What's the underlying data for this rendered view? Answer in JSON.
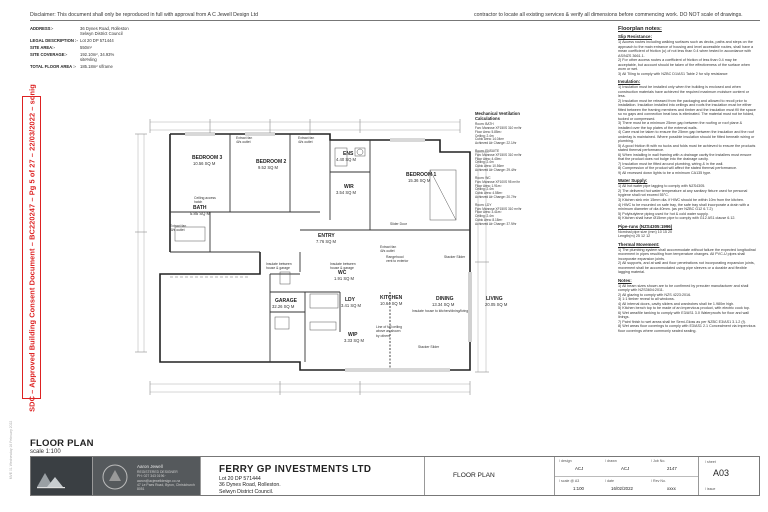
{
  "header": {
    "disclaimer": "Disclaimer: This document shall only be reproduced in full with approval from A C Jewell Design Ltd",
    "contractor_note": "contractor to locate all existing services & verify all dimensions before commencing work. DO NOT scale of drawings."
  },
  "site_info": [
    {
      "key": "ADDRESS:-",
      "value": "36 Dynes Road, Rolleston\nSelwyn District Council"
    },
    {
      "key": "LEGAL DESCRIPTION :-",
      "value": "Lot 20 DP 571444"
    },
    {
      "key": "SITE AREA:-",
      "value": "550m²"
    },
    {
      "key": "SITE COVERAGE:-",
      "value": "192.10m², 34.93%\nsite%ling"
    },
    {
      "key": "TOTAL FLOOR AREA :-",
      "value": "185.18m²        s/frame"
    }
  ],
  "stamp": {
    "text": "SDC – Approved Building Consent Document – BC220247 – Pg 5 of 27 – 22/03/2022 – sonig"
  },
  "side_print": "MVE 01 Wednesday 16 February 2022",
  "rooms": [
    {
      "name": "BEDROOM 3",
      "area": "10.56 SQ M"
    },
    {
      "name": "BEDROOM 2",
      "area": "9.52 SQ M"
    },
    {
      "name": "ENS",
      "area": "4.40 SQ M"
    },
    {
      "name": "WIR",
      "area": "3.54 SQ M"
    },
    {
      "name": "BEDROOM 1",
      "area": "15.36 SQ M"
    },
    {
      "name": "BATH",
      "area": "5.85 SQ M"
    },
    {
      "name": "ENTRY",
      "area": "7.76 SQ M"
    },
    {
      "name": "WC",
      "area": "1.91 SQ M"
    },
    {
      "name": "LDY",
      "area": "3.41 SQ M"
    },
    {
      "name": "KITCHEN",
      "area": "10.64 SQ M"
    },
    {
      "name": "DINING",
      "area": "13.34 SQ M"
    },
    {
      "name": "LIVING",
      "area": "20.05 SQ M"
    },
    {
      "name": "GARAGE",
      "area": "32.26 SQ M"
    },
    {
      "name": "WIP",
      "area": "3.33 SQ M"
    }
  ],
  "plan_notes": {
    "extract_fan_1": "Extract fan\n4l/s outlet",
    "extract_fan_2": "Extract fan\n4l/s outlet",
    "extract_fan_3": "Extract fan\n4l/s outlet",
    "extract_fan_4": "Extract fan\n4l/s outlet",
    "rangehood": "Rangehood\nvent to exterior",
    "stacker_slider_1": "Stacker Slider",
    "stacker_slider_2": "Stacker Slider",
    "slider_wardrobe": "Slider Door",
    "insulate_garage": "Insulate between\nhouse & garage",
    "insulate_garage_2": "Insulate between\nhouse & garage",
    "ceiling_access": "Ceiling access\nhatch",
    "living_note": "Insulate house to kitchen/dining/living",
    "line_fall_note": "Line of fall ceiling\nabove as shown\nby others"
  },
  "ventilation": {
    "title": "Mechanical Ventilation Calculations",
    "body": "Room:         BATH\nFan:          Manrose XF150S 310 m³/hr\nFloor Area:   5.85m²\nCeiling:      2.4m\nCubic Area:   14.04m³\nAchieved Air Change: 22.1/hr\n\nRoom:         ENSUITE\nFan:          Manrose XF150S 310 m³/hr\nFloor Area:   4.40m²\nCeiling:      2.4m\nCubic Area:   10.56m³\nAchieved Air Change: 29.4/hr\n\nRoom:         WC\nFan:          Manrose XF100S 95 m³/hr\nFloor Area:   1.91m²\nCeiling:      2.4m\nCubic Area:   4.58m³\nAchieved Air Change: 20.7/hr\n\nRoom:         LDY\nFan:          Manrose XF150S 310 m³/hr\nFloor Area:   3.41m²\nCeiling:      2.4m\nCubic Area:   8.18m³\nAchieved Air Change: 37.9/hr"
  },
  "notes": {
    "title": "Floorplan notes:",
    "sections": [
      {
        "title": "Slip Resistance:",
        "body": "1) Access routes including walking surfaces such as decks, paths and steps on the approach to the main entrance of housing and level accessible routes, shall have a mean coefficient of friction (u) of not less than 0.4 when tested in accordance with AS/NZS 3661.1.\n2) For other access routes a coefficient of friction of less than 0.4 may be acceptable, but account should be taken of the effectiveness of the surface when worn or wet.\n3) All Tiling to comply with NZBC D1/AS1 Table 2 for slip resistance"
      },
      {
        "title": "Insulation:",
        "body": "1) Insulation must be installed only when the building is enclosed and when construction materials have achieved the required maximum moisture content or less.\n2) Insulation must be released from the packaging and allowed to recoil prior to installation. Insulation installed into ceilings and roofs the insulation must be either fitted between the framing members and timber and the insulation must fill the space so no gaps and connection heat loss is eliminated. The material must not be folded, tucked or compressed.\n3) There must be a minimum 25mm gap between the roofing or roof plane & installed over the top plates of the external walls.\n4) Care must be taken to ensure the 25mm gap between the insulation and the roof underlay is maintained. Where possible insulation should be fitted beneath wiring or plumbing.\n5) A good friction fit with no tucks and folds must be achieved to ensure the products stated thermal performance.\n6) When installing in wall framing with a drainage cavity the installers must ensure that the product does not bulge into the drainage cavity.\n7) Insulation must be fitted around plumbing, wiring & in the wall.\n8) Compression of the product will affect the stated thermal performance.\n9) All recessed down lights to be a minimum CA135 type."
      },
      {
        "title": "Water Supply:",
        "body": "1) All hot water pipe lagging to comply with NZS4305.\n2) The delivered hot water temperature at any sanitary fixture used for personal hygiene shall not exceed 55°C.\n3) Kitchen sink min 15mm dia. if HWC should be within 10m from the kitchen.\n4) HWC to be mounted on safe tray, the safe tray shall incorporate a drain with a minimum diameter of dia 40mm. (as per NZBC G12 6.7.2)\n5) Polybutylene piping used for hot & cold water supply.\n6) Kitchen shall have Ø15mm pipe to comply with G12 AS1 clause 6.12."
      },
      {
        "title": "Pipe-runs (NZS4305:1996)",
        "body": "Nominal pipe size (mm)    10    15    20\nLength(m)                  25    12    12"
      },
      {
        "title": "Thermal Movement:",
        "body": "1) The plumbing system shall accommodate without failure the expected longitudinal movement in pipes resulting from temperature changes. All PVC-U pipes shall incorporate expansion joints.\n2) All supports, and at wall and floor penetrations not incorporating expansion joints, movement shall be accommodated using pipe sleeves or a durable and flexible lagging material."
      },
      {
        "title": "Notes:",
        "body": "1) All beam sizes shown are to be confirmed by precuter manufacturer and shall comply with NZS3604:2011.\n2) All glazing to comply with NZS 4223:2016.\n3) 1:1 timber reveal to all windows.\n4) All internal doors, cavity sliders and wardrobes shall be 1.980m high.\n5) Kitchen bench top to be made of an impervious product, with electric cook top.\n6) Wet area/tile tanking to comply with E3/AS1 3.0 Waterproofs for floor and wall linings.\n7) Paint finish to wet areas shall be Semi-Gloss as per NZBC E3/AS1 3.1.2 (f).\n8) Wet areas floor coverings to comply with E3/AS1 2.1 Concealment via impervious floor coverings where commonly sealed sealing."
      }
    ]
  },
  "drawing": {
    "title": "FLOOR PLAN",
    "scale": "scale 1:100"
  },
  "title_block": {
    "designer_name": "Aaron Jewell",
    "designer_details": "REGISTERED DESIGNER\nPH: 027 343 0196 · aaron@acjewelldesign.co.nz\n47 Le Paes Road, Byron, Christchurch 8051",
    "client": "FERRY GP INVESTMENTS LTD",
    "client_address": "Lot 20 DP 571444\n36 Dynes Road, Rolleston.\nSelwyn District Council.",
    "sheet_name": "FLOOR PLAN",
    "design_label": "/ design",
    "design_value": "ACJ",
    "drawn_label": "/ drawn",
    "drawn_value": "ACJ",
    "job_label": "/ Job No.",
    "job_value": "2147",
    "scale_label": "/ scale @ A3",
    "scale_value": "1:100",
    "date_label": "/ date",
    "date_value": "16/02/2022",
    "rev_label": "/ Rev No.",
    "rev_value": "xxxx",
    "sheet_label": "/ sheet",
    "sheet_value": "A03",
    "issue_label": "/ issue"
  }
}
